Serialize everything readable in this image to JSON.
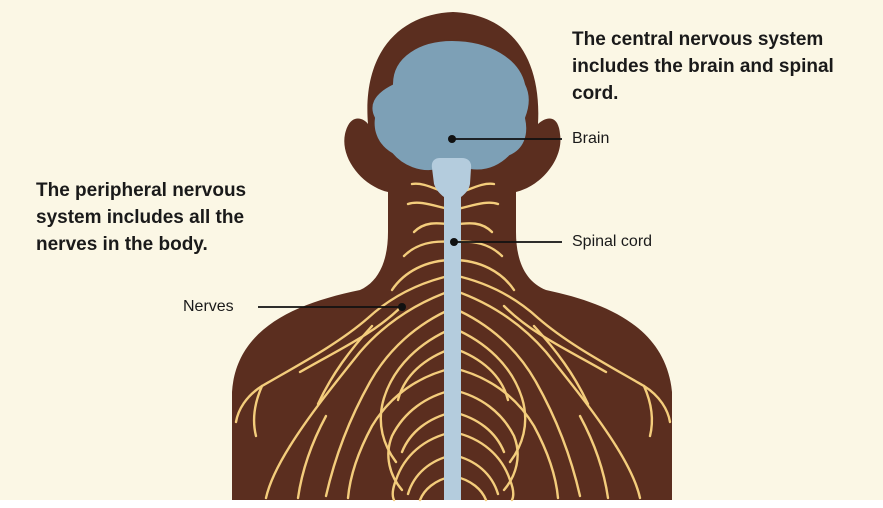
{
  "central_caption": "The central nervous system includes the brain and spinal cord.",
  "peripheral_caption": "The peripheral nervous system includes all the nerves in the body.",
  "labels": {
    "brain": "Brain",
    "spinal_cord": "Spinal cord",
    "nerves": "Nerves"
  },
  "colors": {
    "background": "#fbf7e5",
    "body": "#5b2e1f",
    "brain": "#7da0b6",
    "spinal_cord": "#b4ccdd",
    "nerves": "#f4cd7c",
    "leader_line": "#111111"
  }
}
